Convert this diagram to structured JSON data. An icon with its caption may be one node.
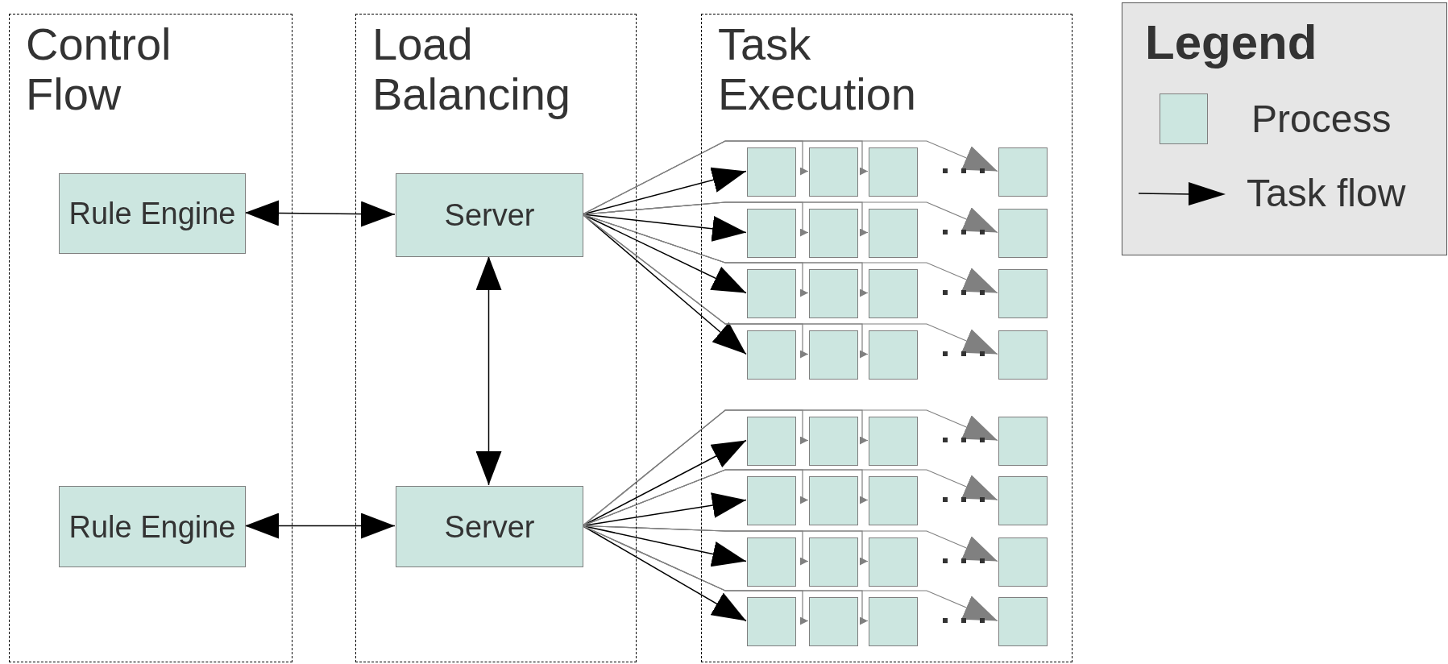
{
  "diagram": {
    "nodes": [
      {
        "text": [
          "Control Flow"
        ]
      },
      {
        "text": [
          "Load Balancing"
        ]
      },
      {
        "text": [
          "Task Execution"
        ]
      },
      {
        "text": [
          "Rule Engine"
        ],
        "in": 0
      },
      {
        "text": [
          "Rule Engine"
        ],
        "in": 0
      },
      {
        "text": [
          "Server"
        ],
        "in": 1
      },
      {
        "text": [
          "Server"
        ],
        "in": 1
      },
      {
        "text": [],
        "shape": "box",
        "in": 2
      },
      {
        "text": [],
        "shape": "box",
        "in": 2
      },
      {
        "text": [],
        "shape": "box",
        "in": 2
      },
      {
        "text": [],
        "shape": "box",
        "in": 2
      },
      {
        "text": [],
        "shape": "box",
        "in": 2
      },
      {
        "text": [],
        "shape": "box",
        "in": 2
      },
      {
        "text": [],
        "shape": "box",
        "in": 2
      },
      {
        "text": [],
        "shape": "box",
        "in": 2
      },
      {
        "text": [],
        "shape": "box",
        "in": 2
      },
      {
        "text": [],
        "shape": "box",
        "in": 2
      },
      {
        "text": [],
        "shape": "box",
        "in": 2
      },
      {
        "text": [],
        "shape": "box",
        "in": 2
      },
      {
        "text": [],
        "shape": "box",
        "in": 2
      },
      {
        "text": [],
        "shape": "box",
        "in": 2
      },
      {
        "text": [],
        "shape": "box",
        "in": 2
      },
      {
        "text": [],
        "shape": "box",
        "in": 2
      },
      {
        "text": [],
        "shape": "box",
        "in": 2
      },
      {
        "text": [],
        "shape": "box",
        "in": 2
      },
      {
        "text": [],
        "shape": "box",
        "in": 2
      },
      {
        "text": [],
        "shape": "box",
        "in": 2
      },
      {
        "text": [],
        "shape": "box",
        "in": 2
      },
      {
        "text": [],
        "shape": "box",
        "in": 2
      },
      {
        "text": [],
        "shape": "box",
        "in": 2
      },
      {
        "text": [],
        "shape": "box",
        "in": 2
      },
      {
        "text": [],
        "shape": "box",
        "in": 2
      },
      {
        "text": [],
        "shape": "box",
        "in": 2
      },
      {
        "text": [],
        "shape": "box",
        "in": 2
      },
      {
        "text": [],
        "shape": "box",
        "in": 2
      },
      {
        "text": [],
        "shape": "box",
        "in": 2
      },
      {
        "text": [],
        "shape": "box",
        "in": 2
      },
      {
        "text": [],
        "shape": "box",
        "in": 2
      },
      {
        "text": [],
        "shape": "box",
        "in": 2
      }
    ],
    "edges": [
      {
        "from": 3,
        "to": 5,
        "arrow": "both",
        "color": "#000000"
      },
      {
        "from": 4,
        "to": 6,
        "arrow": "both",
        "color": "#000000"
      },
      {
        "from": 5,
        "to": 6,
        "arrow": "both",
        "color": "#000000"
      },
      {
        "from": 5,
        "to": 7,
        "arrow": "to",
        "color": "#000000"
      },
      {
        "from": 5,
        "to": 8,
        "arrow": "to",
        "color": "#808080"
      },
      {
        "from": 5,
        "to": 9,
        "arrow": "to",
        "color": "#808080"
      },
      {
        "from": 5,
        "to": 10,
        "arrow": "to",
        "color": "#808080"
      },
      {
        "from": 5,
        "to": 11,
        "arrow": "to",
        "color": "#000000"
      },
      {
        "from": 5,
        "to": 12,
        "arrow": "to",
        "color": "#808080"
      },
      {
        "from": 5,
        "to": 13,
        "arrow": "to",
        "color": "#808080"
      },
      {
        "from": 5,
        "to": 14,
        "arrow": "to",
        "color": "#808080"
      },
      {
        "from": 5,
        "to": 15,
        "arrow": "to",
        "color": "#000000"
      },
      {
        "from": 5,
        "to": 16,
        "arrow": "to",
        "color": "#808080"
      },
      {
        "from": 5,
        "to": 17,
        "arrow": "to",
        "color": "#808080"
      },
      {
        "from": 5,
        "to": 18,
        "arrow": "to",
        "color": "#808080"
      },
      {
        "from": 5,
        "to": 19,
        "arrow": "to",
        "color": "#000000"
      },
      {
        "from": 5,
        "to": 20,
        "arrow": "to",
        "color": "#808080"
      },
      {
        "from": 5,
        "to": 21,
        "arrow": "to",
        "color": "#808080"
      },
      {
        "from": 5,
        "to": 22,
        "arrow": "to",
        "color": "#808080"
      },
      {
        "from": 6,
        "to": 23,
        "arrow": "to",
        "color": "#000000"
      },
      {
        "from": 6,
        "to": 24,
        "arrow": "to",
        "color": "#808080"
      },
      {
        "from": 6,
        "to": 25,
        "arrow": "to",
        "color": "#808080"
      },
      {
        "from": 6,
        "to": 26,
        "arrow": "to",
        "color": "#808080"
      },
      {
        "from": 6,
        "to": 27,
        "arrow": "to",
        "color": "#000000"
      },
      {
        "from": 6,
        "to": 28,
        "arrow": "to",
        "color": "#808080"
      },
      {
        "from": 6,
        "to": 29,
        "arrow": "to",
        "color": "#808080"
      },
      {
        "from": 6,
        "to": 30,
        "arrow": "to",
        "color": "#808080"
      },
      {
        "from": 6,
        "to": 31,
        "arrow": "to",
        "color": "#000000"
      },
      {
        "from": 6,
        "to": 32,
        "arrow": "to",
        "color": "#808080"
      },
      {
        "from": 6,
        "to": 33,
        "arrow": "to",
        "color": "#808080"
      },
      {
        "from": 6,
        "to": 34,
        "arrow": "to",
        "color": "#808080"
      },
      {
        "from": 6,
        "to": 35,
        "arrow": "to",
        "color": "#000000"
      },
      {
        "from": 6,
        "to": 36,
        "arrow": "to",
        "color": "#808080"
      },
      {
        "from": 6,
        "to": 37,
        "arrow": "to",
        "color": "#808080"
      },
      {
        "from": 6,
        "to": 38,
        "arrow": "to",
        "color": "#808080"
      }
    ],
    "labels": [
      "Legend"
    ],
    "legend": [
      {
        "text": "Process",
        "color": "#cce6e0"
      },
      {
        "text": "Task flow"
      }
    ]
  }
}
